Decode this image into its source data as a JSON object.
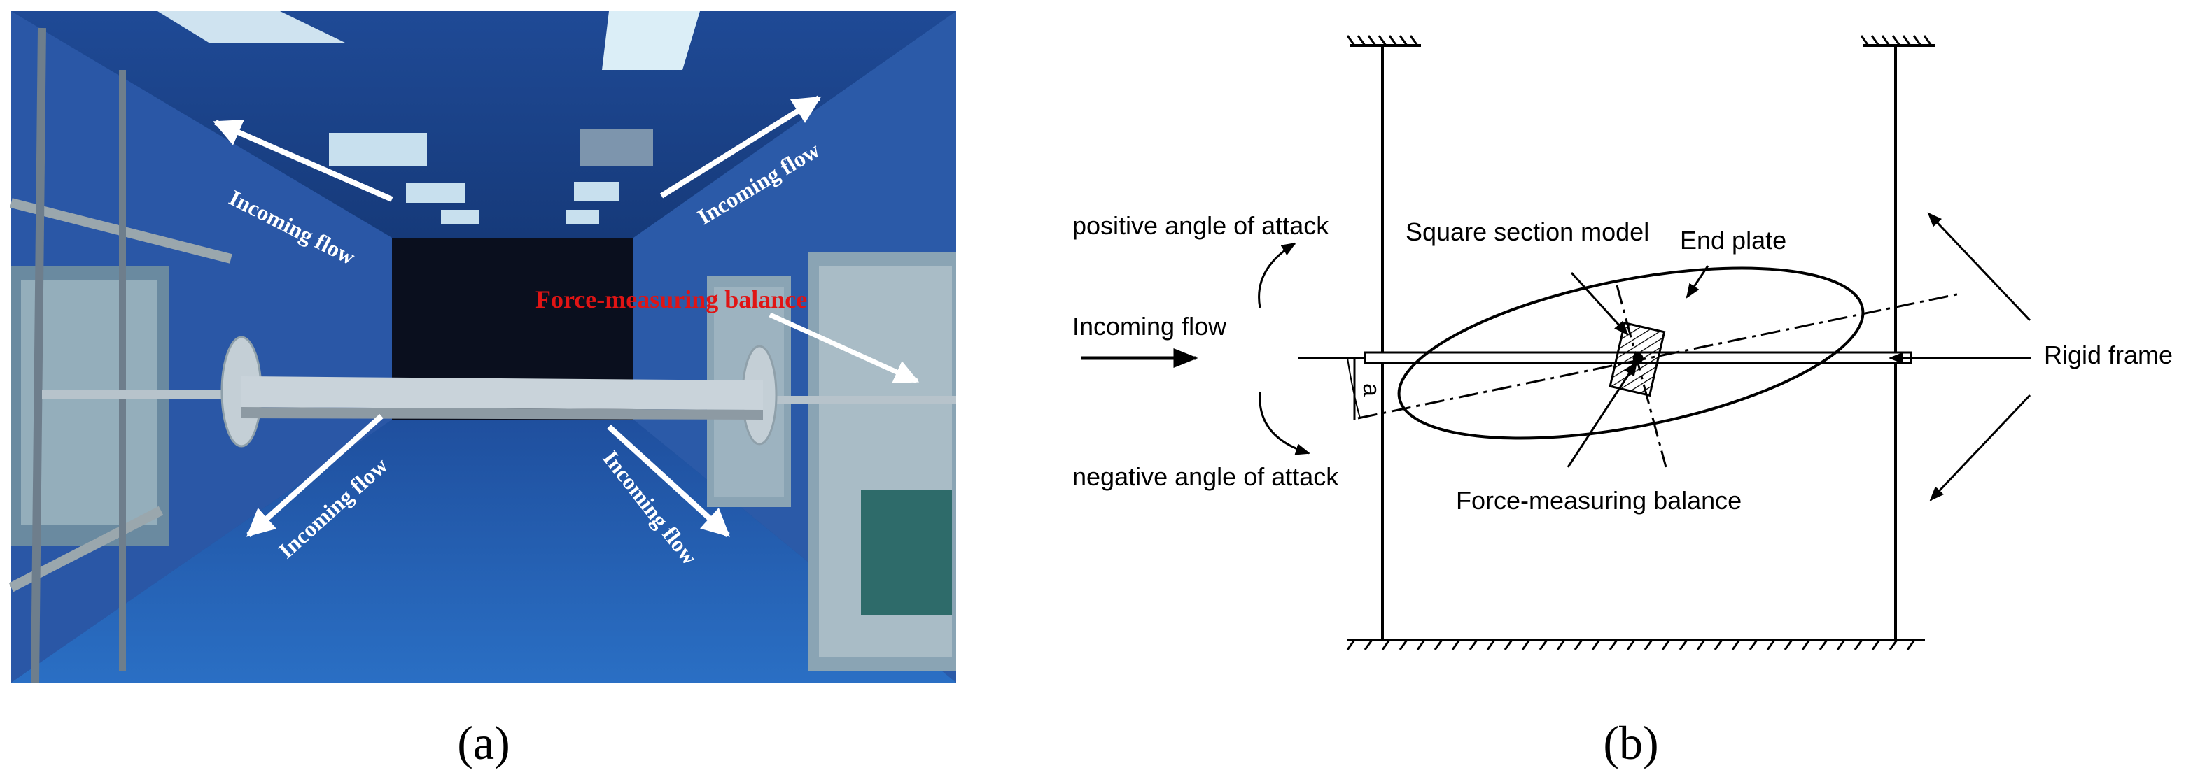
{
  "panel_a": {
    "label": "(a)",
    "annotations": {
      "flow_upper_left": "Incoming flow",
      "flow_upper_right": "Incoming flow",
      "flow_lower_left": "Incoming flow",
      "flow_lower_right": "Incoming flow",
      "balance": "Force-measuring balance"
    },
    "colors": {
      "tunnel_wall": "#2a57a6",
      "floor": "#2463b8",
      "balance_label": "#e01414",
      "arrow": "#ffffff"
    }
  },
  "panel_b": {
    "label": "(b)",
    "labels": {
      "positive_angle": "positive angle of attack",
      "negative_angle": "negative angle of attack",
      "incoming_flow": "Incoming flow",
      "square_model": "Square section model",
      "end_plate": "End plate",
      "balance": "Force-measuring balance",
      "rigid_frame": "Rigid frame",
      "angle_symbol": "a"
    }
  }
}
